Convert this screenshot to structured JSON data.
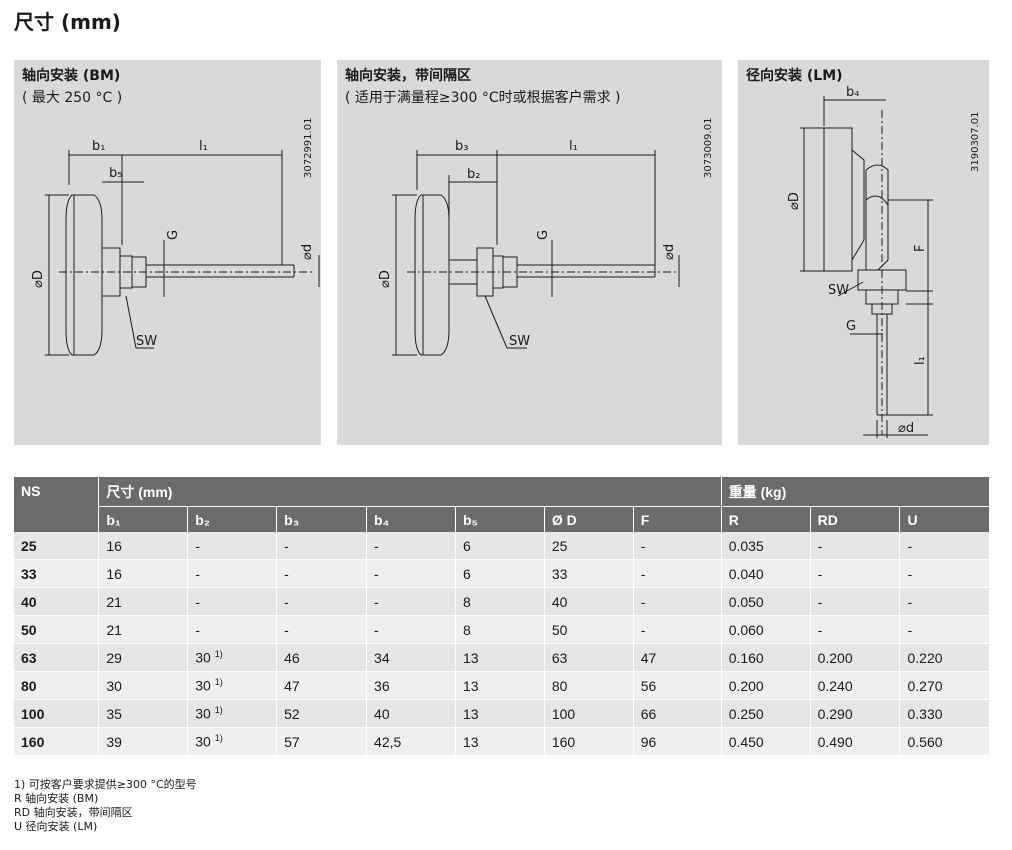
{
  "page_title": "尺寸 (mm)",
  "panels": [
    {
      "title": "轴向安装 (BM)",
      "subtitle": "( 最大 250 °C )",
      "code": "3072991.01"
    },
    {
      "title": "轴向安装，带间隔区",
      "subtitle": "( 适用于满量程≥300 °C时或根据客户需求 )",
      "code": "3073009.01"
    },
    {
      "title": "径向安装 (LM)",
      "subtitle": "",
      "code": "3190307.01"
    }
  ],
  "drawing_labels": {
    "b1": "b₁",
    "b2": "b₂",
    "b3": "b₃",
    "b4": "b₄",
    "b5": "b₅",
    "l1": "l₁",
    "G": "G",
    "d": "⌀d",
    "D": "⌀D",
    "SW": "SW",
    "F": "F"
  },
  "table": {
    "group_headers": {
      "ns": "NS",
      "dims": "尺寸 (mm)",
      "weight": "重量 (kg)"
    },
    "columns": [
      "b₁",
      "b₂",
      "b₃",
      "b₄",
      "b₅",
      "Ø D",
      "F",
      "R",
      "RD",
      "U"
    ],
    "footnote_mark": "1)",
    "rows": [
      {
        "ns": "25",
        "cells": [
          "16",
          "-",
          "-",
          "-",
          "6",
          "25",
          "-",
          "0.035",
          "-",
          "-"
        ]
      },
      {
        "ns": "33",
        "cells": [
          "16",
          "-",
          "-",
          "-",
          "6",
          "33",
          "-",
          "0.040",
          "-",
          "-"
        ]
      },
      {
        "ns": "40",
        "cells": [
          "21",
          "-",
          "-",
          "-",
          "8",
          "40",
          "-",
          "0.050",
          "-",
          "-"
        ]
      },
      {
        "ns": "50",
        "cells": [
          "21",
          "-",
          "-",
          "-",
          "8",
          "50",
          "-",
          "0.060",
          "-",
          "-"
        ]
      },
      {
        "ns": "63",
        "cells": [
          "29",
          "30",
          "46",
          "34",
          "13",
          "63",
          "47",
          "0.160",
          "0.200",
          "0.220"
        ]
      },
      {
        "ns": "80",
        "cells": [
          "30",
          "30",
          "47",
          "36",
          "13",
          "80",
          "56",
          "0.200",
          "0.240",
          "0.270"
        ]
      },
      {
        "ns": "100",
        "cells": [
          "35",
          "30",
          "52",
          "40",
          "13",
          "100",
          "66",
          "0.250",
          "0.290",
          "0.330"
        ]
      },
      {
        "ns": "160",
        "cells": [
          "39",
          "30",
          "57",
          "42,5",
          "13",
          "160",
          "96",
          "0.450",
          "0.490",
          "0.560"
        ]
      }
    ]
  },
  "footnotes": [
    "1) 可按客户要求提供≥300 °C的型号",
    "R  轴向安装 (BM)",
    "RD 轴向安装，带间隔区",
    "U  径向安装 (LM)"
  ]
}
